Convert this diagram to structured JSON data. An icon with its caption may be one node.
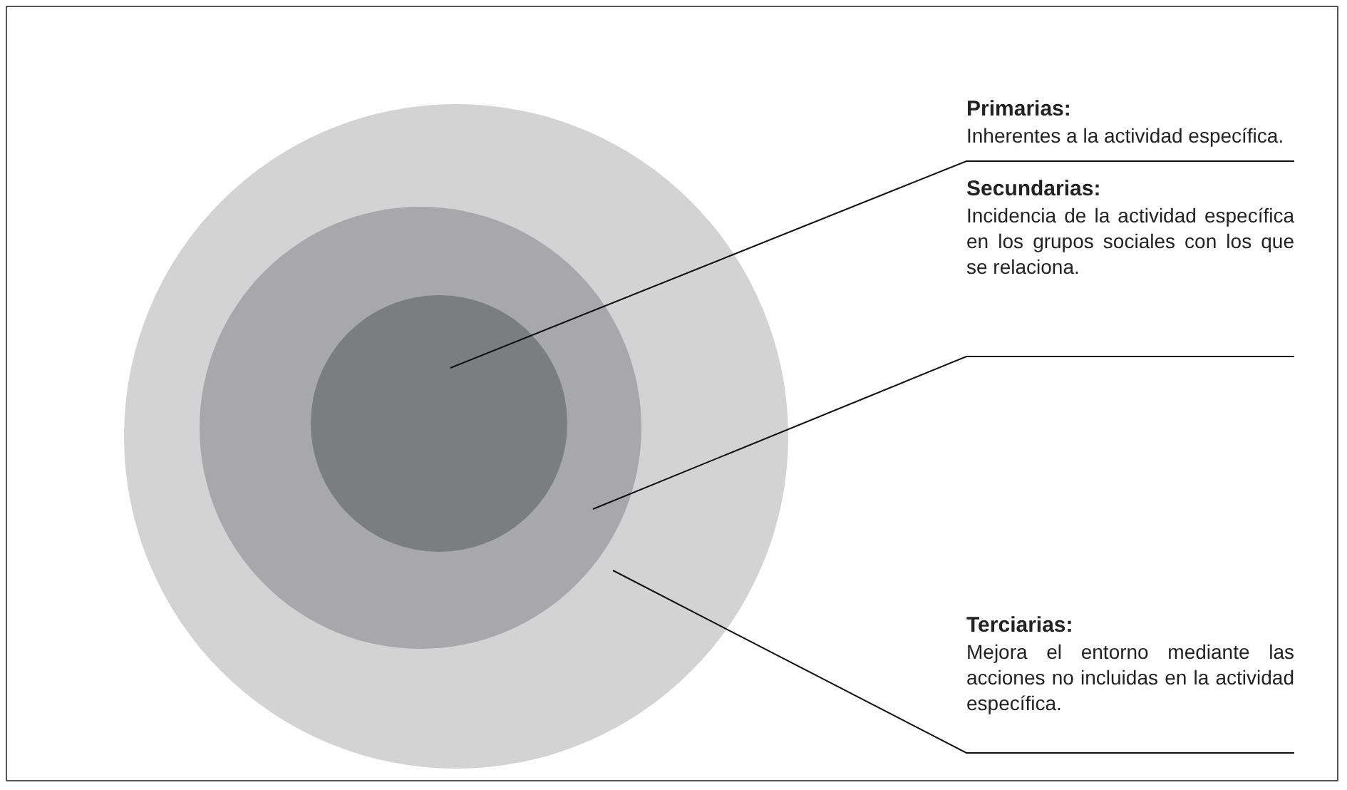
{
  "diagram": {
    "nodes": [
      {
        "text": [],
        "shape": "circle"
      },
      {
        "text": [],
        "shape": "circle",
        "in": 0
      },
      {
        "text": [],
        "shape": "circle",
        "in": 1
      },
      {
        "text": [
          "Primarias:",
          "Inherentes a la actividad específica."
        ]
      },
      {
        "text": [
          "Secundarias:",
          "Incidencia de la actividad específica en los grupos sociales con los que se relaciona."
        ]
      },
      {
        "text": [
          "Terciarias:",
          "Mejora el entorno mediante las acciones no incluidas en la actividad específica."
        ]
      }
    ],
    "edges": [
      {
        "from": 3,
        "to": 2,
        "arrow": "none"
      },
      {
        "from": 4,
        "to": 1,
        "arrow": "none"
      },
      {
        "from": 5,
        "to": 0,
        "arrow": "none"
      }
    ]
  }
}
